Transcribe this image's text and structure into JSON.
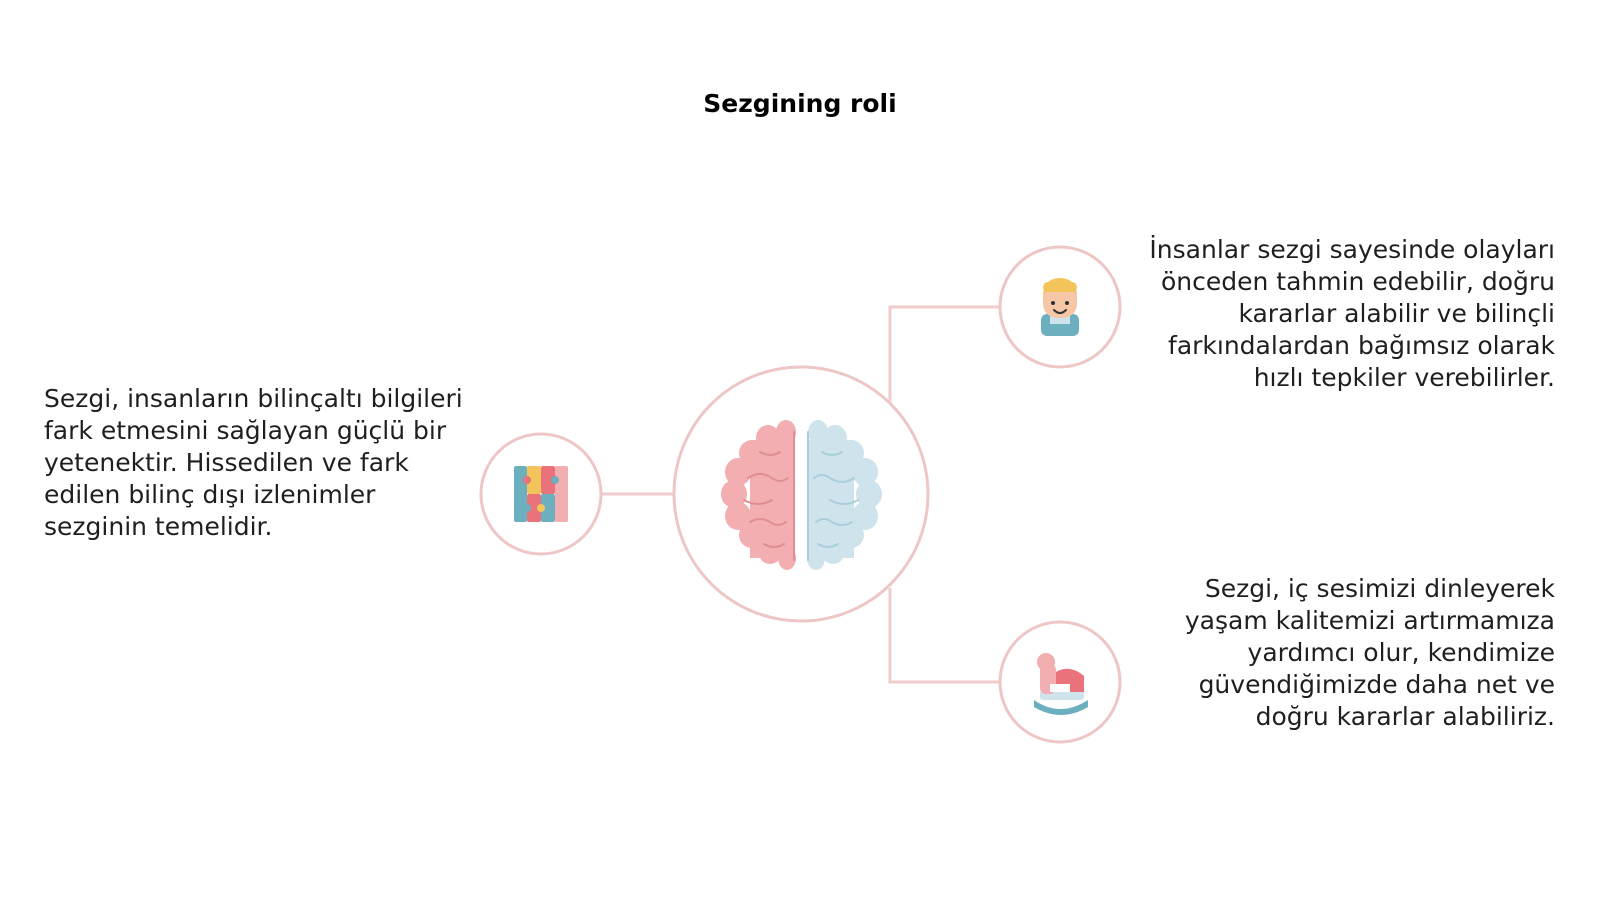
{
  "title": "Sezgining roli",
  "colors": {
    "line": "#f0cccc",
    "circle_border": "#eec6c6",
    "brain_left": "#f2aeb0",
    "brain_right": "#cfe3ec",
    "accent_teal": "#6cb0bf",
    "accent_pink": "#e9727b",
    "accent_yellow": "#f3c45a"
  },
  "nodes": {
    "center": {
      "icon": "brain-icon"
    },
    "left": {
      "icon": "puzzle-icon",
      "text": "Sezgi, insanların bilinçaltı bilgileri fark etmesini sağlayan güçlü bir yetenektir. Hissedilen ve fark edilen bilinç dışı izlenimler sezginin temelidir."
    },
    "right_top": {
      "icon": "child-face-icon",
      "text": "İnsanlar sezgi sayesinde olayları önceden tahmin edebilir, doğru kararlar alabilir ve bilinçli farkındalardan bağımsız olarak hızlı tepkiler verebilirler."
    },
    "right_bottom": {
      "icon": "rocking-horse-icon",
      "text": "Sezgi, iç sesimizi dinleyerek yaşam kalitemizi artırmamıza yardımcı olur, kendimize güvendiğimizde daha net ve doğru kararlar alabiliriz."
    }
  }
}
